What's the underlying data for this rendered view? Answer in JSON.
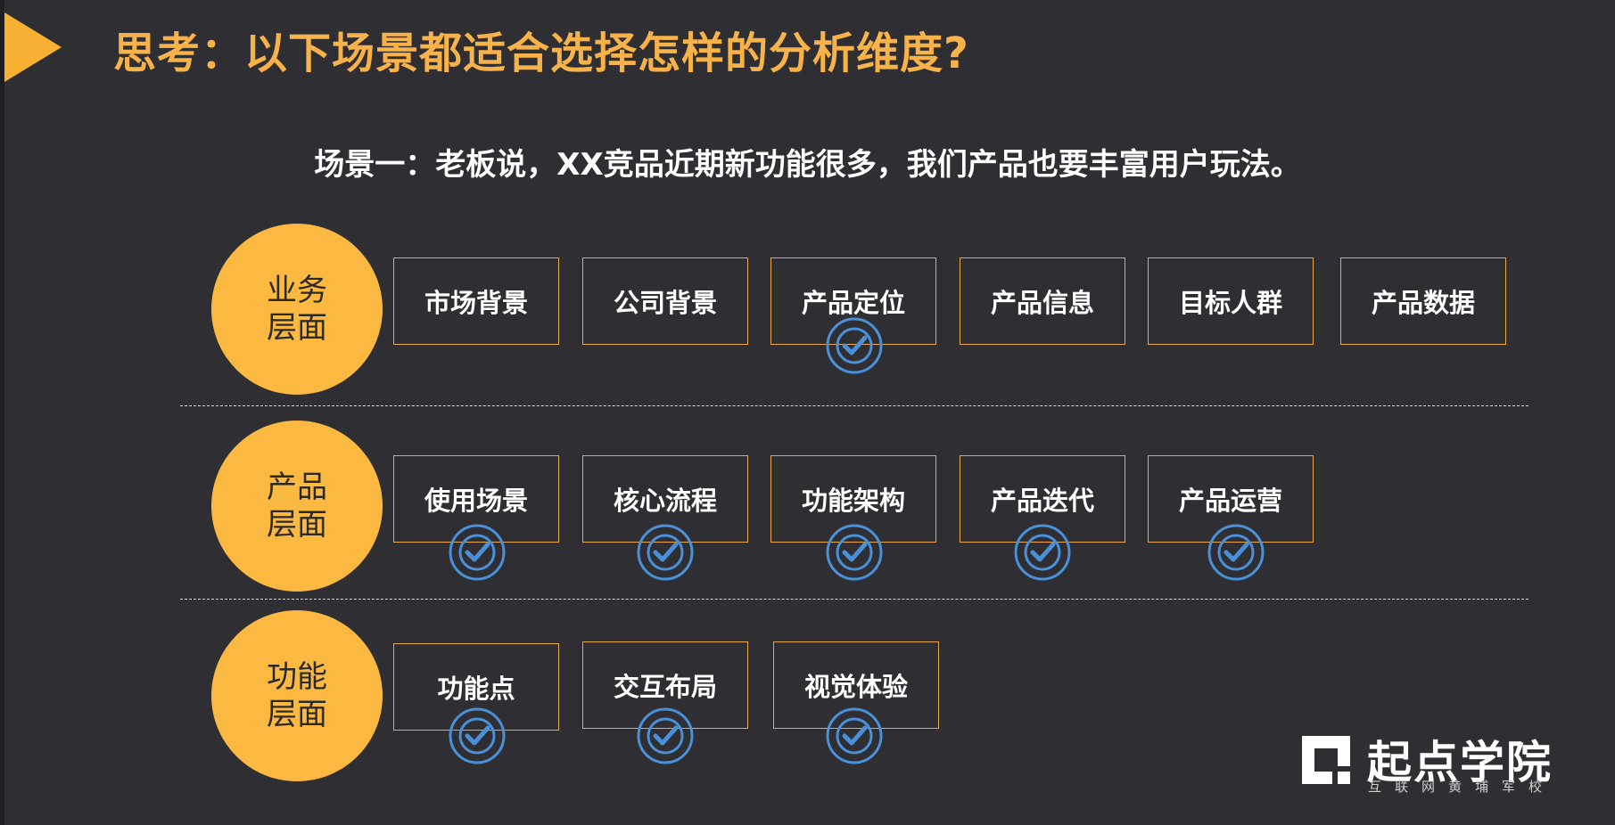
{
  "title": "思考：以下场景都适合选择怎样的分析维度?",
  "scenario": "场景一：老板说，XX竞品近期新功能很多，我们产品也要丰富用户玩法。",
  "layers": [
    {
      "line1": "业务",
      "line2": "层面",
      "items": [
        {
          "label": "市场背景",
          "checked": false
        },
        {
          "label": "公司背景",
          "checked": false
        },
        {
          "label": "产品定位",
          "checked": true
        },
        {
          "label": "产品信息",
          "checked": false
        },
        {
          "label": "目标人群",
          "checked": false
        },
        {
          "label": "产品数据",
          "checked": false
        }
      ]
    },
    {
      "line1": "产品",
      "line2": "层面",
      "items": [
        {
          "label": "使用场景",
          "checked": true
        },
        {
          "label": "核心流程",
          "checked": true
        },
        {
          "label": "功能架构",
          "checked": true
        },
        {
          "label": "产品迭代",
          "checked": true
        },
        {
          "label": "产品运营",
          "checked": true
        }
      ]
    },
    {
      "line1": "功能",
      "line2": "层面",
      "items": [
        {
          "label": "功能点",
          "checked": true
        },
        {
          "label": "交互布局",
          "checked": true
        },
        {
          "label": "视觉体验",
          "checked": true
        }
      ]
    }
  ],
  "logo": {
    "name": "起点学院",
    "slogan": "互联网黄埔军校"
  },
  "icons": {
    "title_marker": "triangle-arrow-icon",
    "check": "check-circle-icon",
    "logo_mark": "qidian-logo-icon"
  },
  "colors": {
    "background": "#2f2f33",
    "accent": "#f8b133",
    "title": "#f7b24a",
    "box_border": "#e9a94b",
    "check": "#4a90d9"
  }
}
